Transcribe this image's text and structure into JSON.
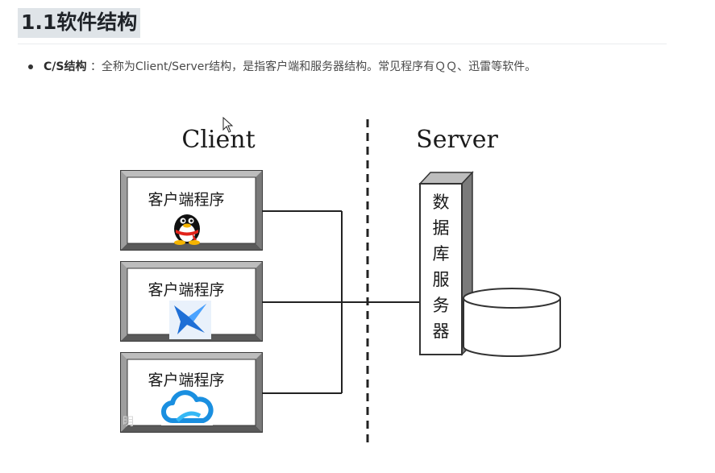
{
  "heading": {
    "title": "1.1软件结构"
  },
  "bullet": {
    "term": "C/S结构",
    "description": "：全称为Client/Server结构，是指客户端和服务器结构。常见程序有ＱＱ、迅雷等软件。"
  },
  "diagram": {
    "client_title": "Client",
    "server_title": "Server",
    "client_boxes": [
      {
        "label": "客户端程序",
        "icon": "qq-penguin-icon"
      },
      {
        "label": "客户端程序",
        "icon": "xunlei-bird-icon"
      },
      {
        "label": "客户端程序",
        "icon": "cloud-icon"
      }
    ],
    "server_label_chars": [
      "数",
      "据",
      "库",
      "服",
      "务",
      "器"
    ],
    "database_icon": "database-cylinder-icon"
  },
  "colors": {
    "heading_bg": "#dfe4e8",
    "box_face": "#ffffff",
    "box_border": "#4a4a4a",
    "line_color": "#222222"
  }
}
